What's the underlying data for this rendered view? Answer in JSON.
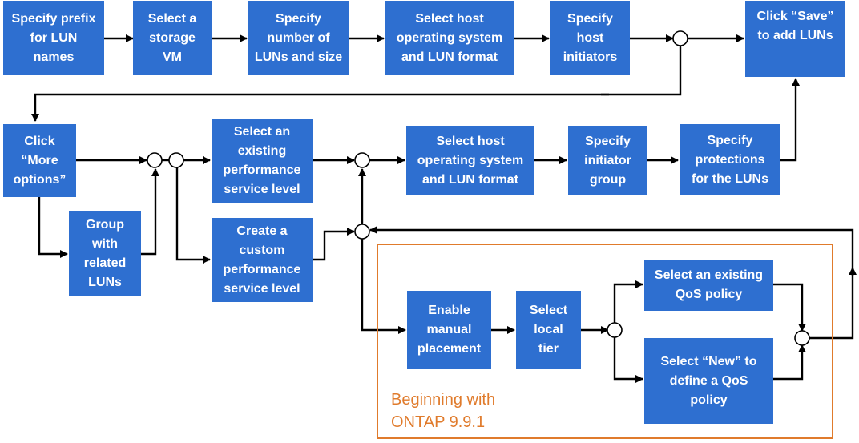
{
  "colors": {
    "box_fill": "#2e6fd0",
    "box_text": "#ffffff",
    "line": "#000000",
    "region_border": "#e07b2c",
    "region_text": "#e07b2c"
  },
  "nodes": {
    "prefix": "Specify prefix\nfor LUN\nnames",
    "storage_vm": "Select a\nstorage\nVM",
    "number_size": "Specify\nnumber of\nLUNs and size",
    "host_os_1": "Select host\noperating system\nand LUN format",
    "host_initiators": "Specify\nhost\ninitiators",
    "save": "Click “Save”\nto add LUNs",
    "more_options": "Click\n“More\noptions”",
    "group_related": "Group\nwith\nrelated\nLUNs",
    "existing_psl": "Select an\nexisting\nperformance\nservice level",
    "custom_psl": "Create a\ncustom\nperformance\nservice level",
    "host_os_2": "Select host\noperating system\nand LUN format",
    "initiator_group": "Specify\ninitiator\ngroup",
    "protections": "Specify\nprotections\nfor the LUNs",
    "manual_placement": "Enable\nmanual\nplacement",
    "local_tier": "Select\nlocal\ntier",
    "existing_qos": "Select an existing\nQoS policy",
    "new_qos": "Select “New” to\ndefine a  QoS\npolicy"
  },
  "region": {
    "label": "Beginning  with\nONTAP 9.9.1"
  }
}
